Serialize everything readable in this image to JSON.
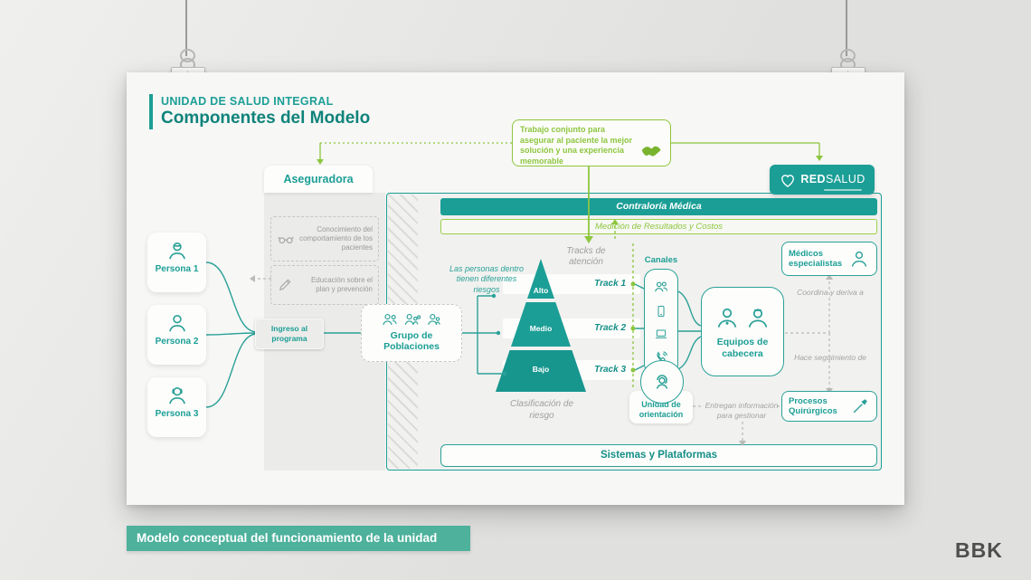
{
  "header": {
    "kicker": "UNIDAD DE SALUD INTEGRAL",
    "title": "Componentes del Modelo"
  },
  "top_note": {
    "text": "Trabajo conjunto para asegurar al paciente la mejor solución y una experiencia memorable"
  },
  "redsalud": {
    "name_bold": "RED",
    "name_light": "SALUD"
  },
  "aseguradora": {
    "label": "Aseguradora",
    "items": [
      {
        "icon": "glasses-icon",
        "text": "Conocimiento del comportamiento de los pacientes"
      },
      {
        "icon": "pencil-icon",
        "text": "Educación sobre el plan y prevención"
      }
    ]
  },
  "personas": [
    {
      "label": "Persona 1"
    },
    {
      "label": "Persona 2"
    },
    {
      "label": "Persona 3"
    }
  ],
  "ingreso": {
    "label": "Ingreso al programa"
  },
  "grupo": {
    "label": "Grupo de Poblaciones"
  },
  "risk_note": "Las personas dentro tienen diferentes riesgos",
  "pyramid": {
    "levels": [
      {
        "label": "Alto"
      },
      {
        "label": "Medio"
      },
      {
        "label": "Bajo"
      }
    ],
    "caption": "Clasificación de riesgo"
  },
  "tracks": {
    "header": "Tracks de atención",
    "items": [
      {
        "label": "Track 1"
      },
      {
        "label": "Track 2"
      },
      {
        "label": "Track 3"
      }
    ]
  },
  "canales": {
    "label": "Canales"
  },
  "unidad_orientacion": {
    "label": "Unidad de orientación"
  },
  "equipos": {
    "label": "Equipos de cabecera"
  },
  "medicos": {
    "label": "Médicos especialistas"
  },
  "procesos": {
    "label": "Procesos Quirúrgicos"
  },
  "relations": {
    "coordina": "Coordina y deriva a",
    "seguimiento": "Hace seguimiento de",
    "entregan": "Entregan información para gestionar"
  },
  "bars": {
    "contraloria": "Contraloría Médica",
    "medicion": "Medición de Resultados y Costos",
    "sistemas": "Sistemas y Plataformas"
  },
  "page": {
    "caption": "Modelo conceptual del funcionamiento de la unidad",
    "brand": "BBK"
  },
  "colors": {
    "teal": "#1b9e96",
    "teal_dark": "#0f837b",
    "lime": "#8dc63f",
    "caption_bar": "#4db19c",
    "gray_text": "#a3a3a1"
  }
}
